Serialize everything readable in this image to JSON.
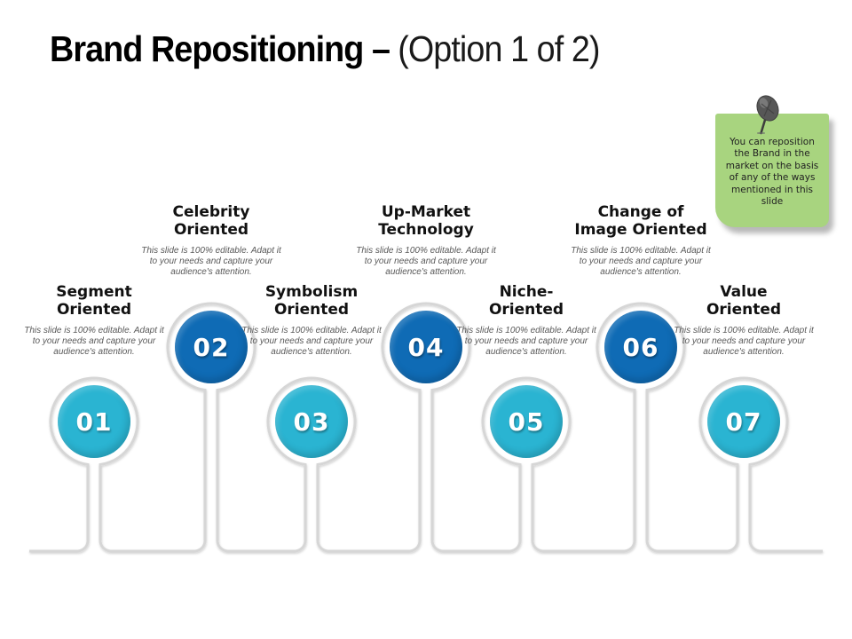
{
  "slide": {
    "title_bold": "Brand Repositioning –",
    "title_regular": "(Option 1 of 2)"
  },
  "sticky_note": {
    "text": "You can reposition the Brand in the market on the basis of any of the ways mentioned in this slide",
    "color": "#A8D47F",
    "pin_icon": "push-pin"
  },
  "colors": {
    "cyan": "#2AB4D2",
    "blue": "#0F6BB5",
    "connector": "#D6D6D6"
  },
  "items": [
    {
      "number": "01",
      "title1": "Segment",
      "title2": "Oriented",
      "desc": "This slide is 100% editable. Adapt it to your needs and capture your audience's attention.",
      "color": "#2AB4D2"
    },
    {
      "number": "02",
      "title1": "Celebrity",
      "title2": "Oriented",
      "desc": "This slide is 100% editable. Adapt it to your needs and capture your audience's attention.",
      "color": "#0F6BB5"
    },
    {
      "number": "03",
      "title1": "Symbolism",
      "title2": "Oriented",
      "desc": "This slide is 100% editable. Adapt it to your needs and capture your audience's attention.",
      "color": "#2AB4D2"
    },
    {
      "number": "04",
      "title1": "Up-Market",
      "title2": "Technology",
      "desc": "This slide is 100% editable. Adapt it to your needs and capture your audience's attention.",
      "color": "#0F6BB5"
    },
    {
      "number": "05",
      "title1": "Niche-",
      "title2": "Oriented",
      "desc": "This slide is 100% editable. Adapt it to your needs and capture your audience's attention.",
      "color": "#2AB4D2"
    },
    {
      "number": "06",
      "title1": "Change of",
      "title2": "Image Oriented",
      "desc": "This slide is 100% editable. Adapt it to your needs and capture your audience's attention.",
      "color": "#0F6BB5"
    },
    {
      "number": "07",
      "title1": "Value",
      "title2": "Oriented",
      "desc": "This slide is 100% editable. Adapt it to your needs and capture your audience's attention.",
      "color": "#2AB4D2"
    }
  ]
}
